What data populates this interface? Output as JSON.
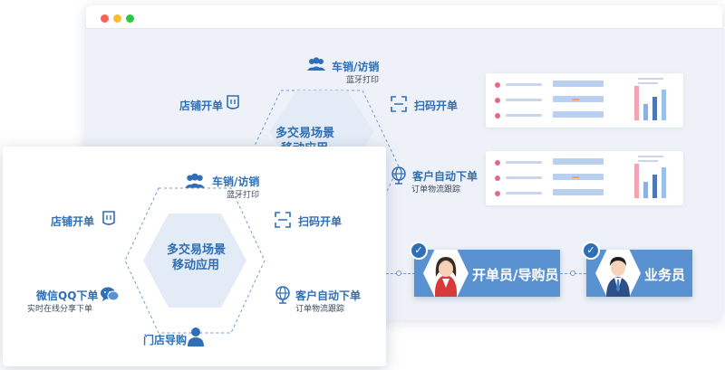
{
  "window": {
    "controls": [
      "close",
      "minimize",
      "maximize"
    ]
  },
  "diagram": {
    "center_line1": "多交易场景",
    "center_line2": "移动应用",
    "nodes": {
      "car_sales": {
        "title": "车销/访销",
        "subtitle": "蓝牙打印",
        "icon": "people-icon"
      },
      "shop_order": {
        "title": "店铺开单",
        "icon": "tablet-icon"
      },
      "scan_order": {
        "title": "扫码开单",
        "icon": "scan-icon"
      },
      "customer_order": {
        "title": "客户自动下单",
        "subtitle": "订单物流跟踪",
        "icon": "globe-icon"
      },
      "wechat_order": {
        "title": "微信QQ下单",
        "subtitle": "实时在线分享下单",
        "icon": "chat-icon"
      },
      "store_guide": {
        "title": "门店导购",
        "icon": "person-icon"
      }
    }
  },
  "roles": {
    "clerk": "开单员/导购员",
    "salesman": "业务员"
  },
  "colors": {
    "primary": "#2f6fb5",
    "role_bg": "#5a92d1",
    "hex_fill": "#e3ebf6",
    "accent_red": "#e46b7f"
  }
}
